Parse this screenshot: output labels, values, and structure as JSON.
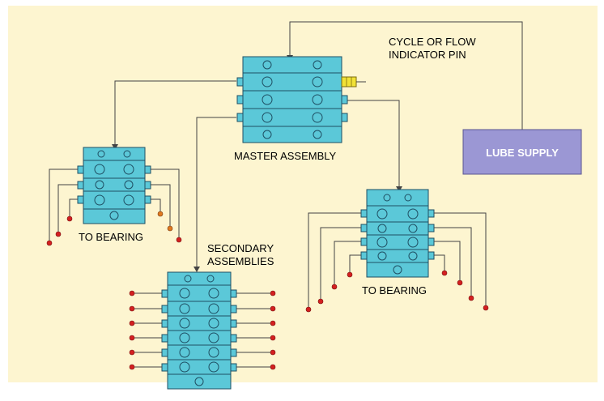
{
  "diagram": {
    "labels": {
      "indicator_line1": "CYCLE OR FLOW",
      "indicator_line2": "INDICATOR PIN",
      "master": "MASTER ASSEMBLY",
      "lube_supply": "LUBE SUPPLY",
      "to_bearing_left": "TO BEARING",
      "to_bearing_right": "TO BEARING",
      "secondary_line1": "SECONDARY",
      "secondary_line2": "ASSEMBLIES"
    },
    "colors": {
      "background": "#fdf5d0",
      "block": "#5bc8d8",
      "lube_supply": "#9b97d4",
      "indicator_pin": "#f1e236",
      "outlet_dot": "#d42020"
    }
  }
}
